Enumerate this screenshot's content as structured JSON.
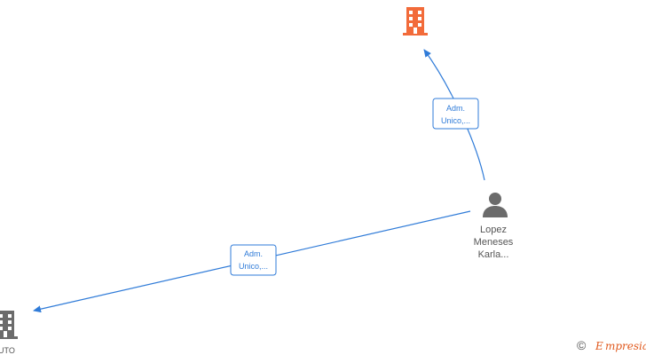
{
  "nodes": {
    "company_top": {
      "icon": "building-icon",
      "color": "#f26b3a"
    },
    "company_bottom": {
      "icon": "building-icon",
      "color": "#6b6b6b",
      "label_partial": "UTO"
    },
    "person": {
      "icon": "person-icon",
      "color": "#6b6b6b",
      "label_lines": [
        "Lopez",
        "Meneses",
        "Karla..."
      ]
    }
  },
  "edges": [
    {
      "label_lines": [
        "Adm.",
        "Unico,..."
      ]
    },
    {
      "label_lines": [
        "Adm.",
        "Unico,..."
      ]
    }
  ],
  "edge_color": "#2f7bd8",
  "watermark": {
    "symbol": "©",
    "text": "mpresia",
    "initial": "E"
  }
}
